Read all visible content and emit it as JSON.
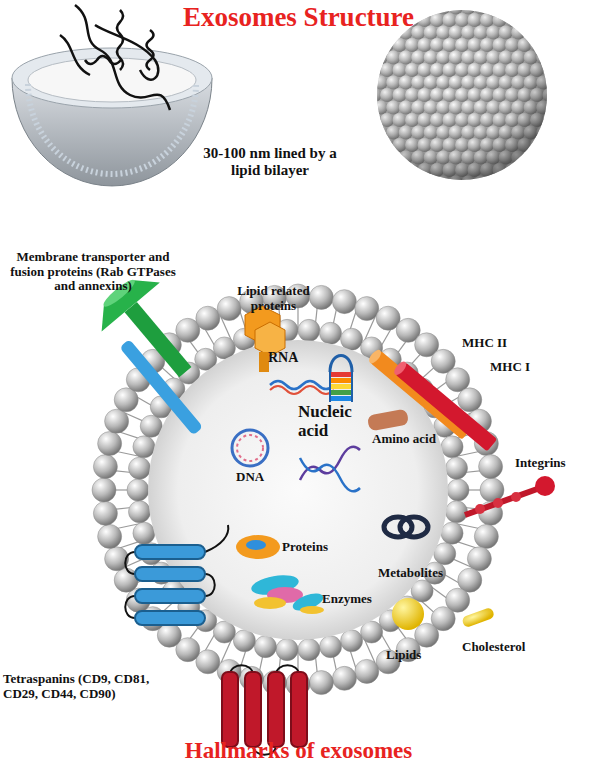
{
  "diagram": {
    "title": "Exosomes Structure",
    "caption": "Hallmarks of exosomes",
    "labels": [
      "30-100 nm lined by a lipid bilayer",
      "Membrane transporter and fusion proteins (Rab GTPases and annexins)",
      "Lipid related proteins",
      "MHC II",
      "MHC I",
      "RNA",
      "Amino acid",
      "Nucleic acid",
      "Integrins",
      "DNA",
      "Proteins",
      "Metabolites",
      "Enzymes",
      "Cholesterol",
      "Lipids",
      "Tetraspanins (CD9, CD81, CD29, CD44, CD90)"
    ]
  }
}
